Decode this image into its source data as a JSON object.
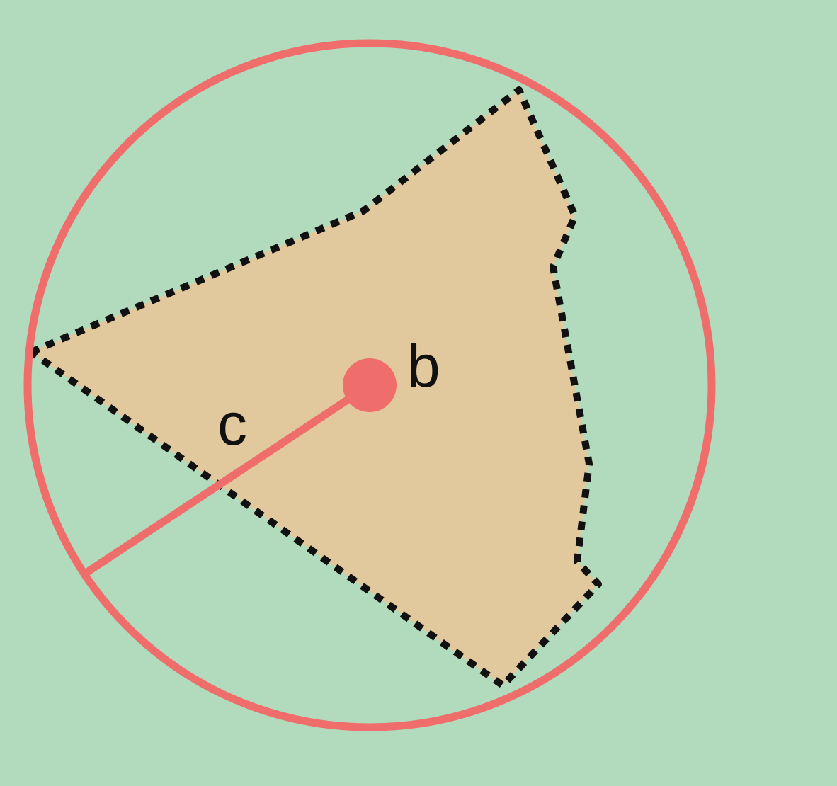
{
  "diagram": {
    "colors": {
      "background": "#b2dabc",
      "polygon_fill": "#e2c89d",
      "polygon_outline": "#111111",
      "circle_stroke": "#ef6d6b",
      "center_point": "#ef6d6b",
      "radius_line": "#ef6d6b",
      "label_text": "#111111"
    },
    "labels": {
      "center": "b",
      "radius": "c"
    },
    "polygon_outline_style": "dotted"
  }
}
